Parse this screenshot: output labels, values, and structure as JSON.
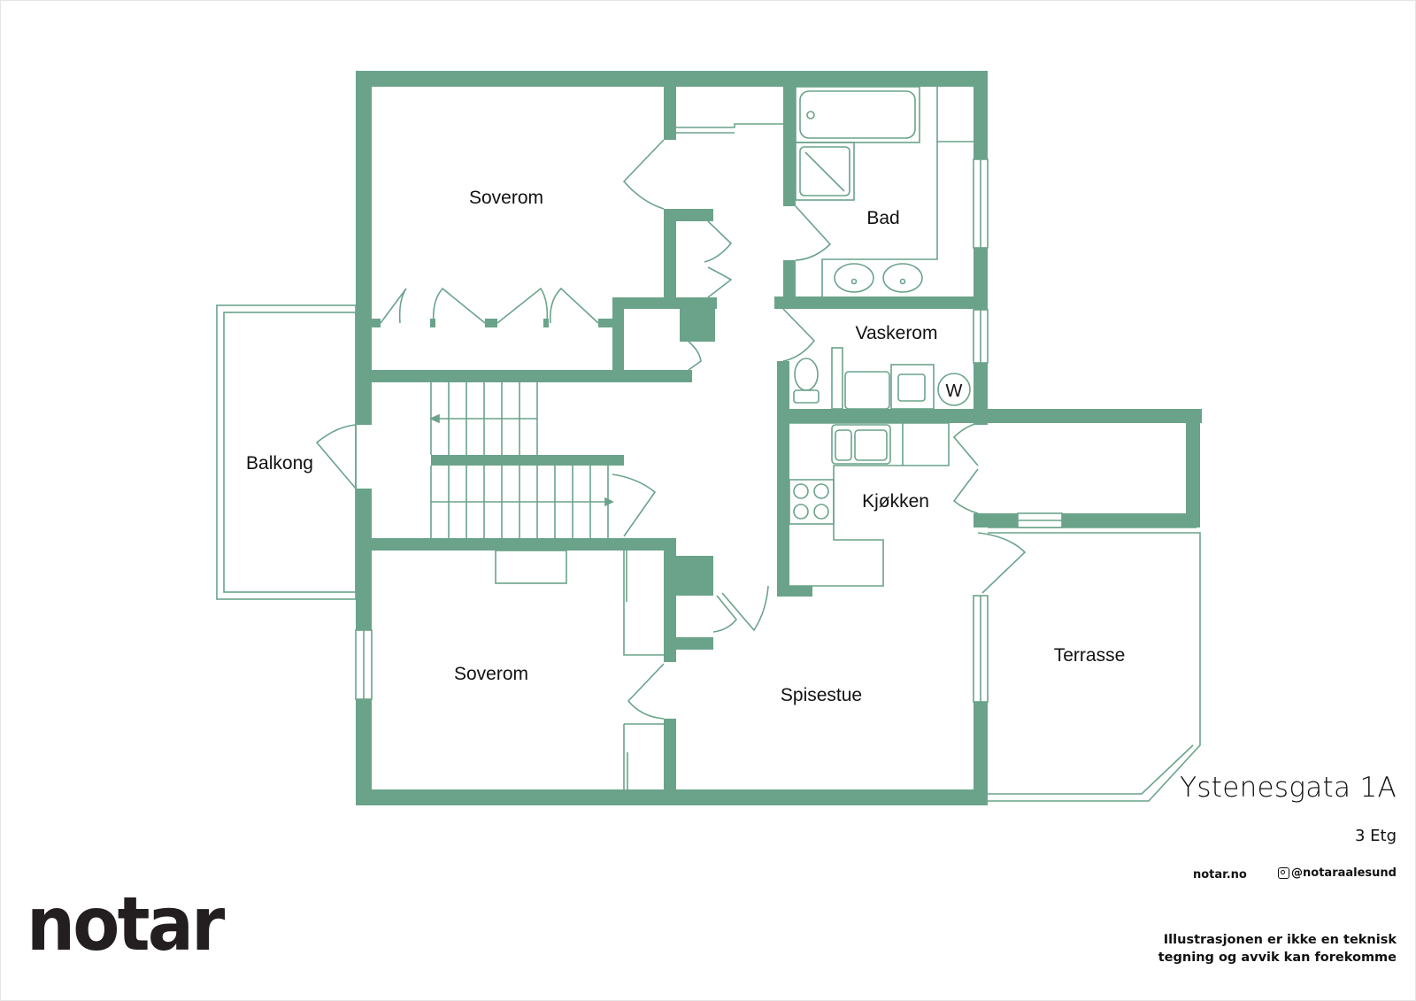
{
  "colors": {
    "wall": "#6aa38a",
    "line": "#6aa38a",
    "text": "#111111",
    "background": "#ffffff"
  },
  "plan": {
    "rooms": [
      {
        "id": "soverom-north",
        "label": "Soverom"
      },
      {
        "id": "bad",
        "label": "Bad"
      },
      {
        "id": "vaskerom",
        "label": "Vaskerom"
      },
      {
        "id": "balkong",
        "label": "Balkong"
      },
      {
        "id": "kjokken",
        "label": "Kjøkken"
      },
      {
        "id": "terrasse",
        "label": "Terrasse"
      },
      {
        "id": "soverom-south",
        "label": "Soverom"
      },
      {
        "id": "spisestue",
        "label": "Spisestue"
      }
    ],
    "fixtures": {
      "washer_label": "W"
    }
  },
  "info": {
    "address": "Ystenesgata 1A",
    "floor": "3 Etg",
    "website": "notar.no",
    "instagram": "@notaraalesund",
    "disclaimer_line1": "Illustrasjonen er ikke en teknisk",
    "disclaimer_line2": "tegning og avvik kan forekomme"
  },
  "brand": {
    "logo": "notar"
  }
}
